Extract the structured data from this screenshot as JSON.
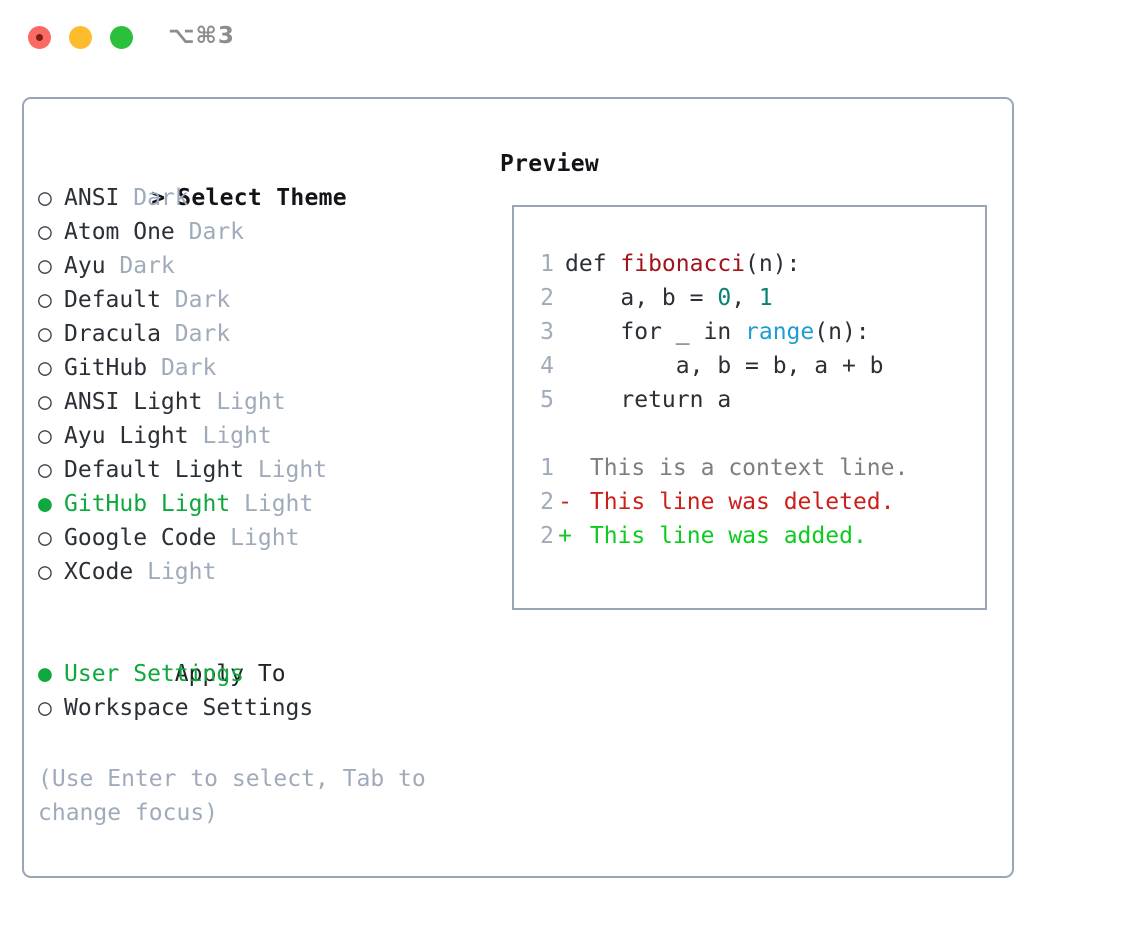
{
  "titlebar": {
    "shortcut": "⌥⌘3",
    "lights": [
      {
        "name": "close",
        "color": "#fb6a62"
      },
      {
        "name": "minimize",
        "color": "#fbbd2d"
      },
      {
        "name": "zoom",
        "color": "#2ac03b"
      }
    ]
  },
  "theme_list": {
    "header": {
      "prefix": "> ",
      "label": "Select Theme"
    },
    "items": [
      {
        "bullet": "○",
        "label": "ANSI",
        "variant": "Dark",
        "selected": false
      },
      {
        "bullet": "○",
        "label": "Atom One",
        "variant": "Dark",
        "selected": false
      },
      {
        "bullet": "○",
        "label": "Ayu",
        "variant": "Dark",
        "selected": false
      },
      {
        "bullet": "○",
        "label": "Default",
        "variant": "Dark",
        "selected": false
      },
      {
        "bullet": "○",
        "label": "Dracula",
        "variant": "Dark",
        "selected": false
      },
      {
        "bullet": "○",
        "label": "GitHub",
        "variant": "Dark",
        "selected": false
      },
      {
        "bullet": "○",
        "label": "ANSI Light",
        "variant": "Light",
        "selected": false
      },
      {
        "bullet": "○",
        "label": "Ayu Light",
        "variant": "Light",
        "selected": false
      },
      {
        "bullet": "○",
        "label": "Default Light",
        "variant": "Light",
        "selected": false
      },
      {
        "bullet": "●",
        "label": "GitHub Light",
        "variant": "Light",
        "selected": true
      },
      {
        "bullet": "○",
        "label": "Google Code",
        "variant": "Light",
        "selected": false
      },
      {
        "bullet": "○",
        "label": "XCode",
        "variant": "Light",
        "selected": false
      }
    ]
  },
  "apply_to": {
    "header": {
      "prefix": "  ",
      "label": "Apply To"
    },
    "items": [
      {
        "bullet": "●",
        "label": "User Settings",
        "selected": true
      },
      {
        "bullet": "○",
        "label": "Workspace Settings",
        "selected": false
      }
    ]
  },
  "hint": "(Use Enter to select, Tab to change focus)",
  "preview": {
    "title": "Preview",
    "code_lines": [
      {
        "no": "1",
        "tokens": [
          {
            "t": "def ",
            "c": "kw"
          },
          {
            "t": "fibonacci",
            "c": "fn"
          },
          {
            "t": "(n):",
            "c": "plain"
          }
        ]
      },
      {
        "no": "2",
        "tokens": [
          {
            "t": "    a, b = ",
            "c": "plain"
          },
          {
            "t": "0",
            "c": "num"
          },
          {
            "t": ", ",
            "c": "plain"
          },
          {
            "t": "1",
            "c": "num"
          }
        ]
      },
      {
        "no": "3",
        "tokens": [
          {
            "t": "    for _ in ",
            "c": "kw"
          },
          {
            "t": "range",
            "c": "builtin"
          },
          {
            "t": "(n):",
            "c": "plain"
          }
        ]
      },
      {
        "no": "4",
        "tokens": [
          {
            "t": "        a, b = b, a + b",
            "c": "plain"
          }
        ]
      },
      {
        "no": "5",
        "tokens": [
          {
            "t": "    return a",
            "c": "kw"
          }
        ]
      }
    ],
    "diff_lines": [
      {
        "no": "1",
        "marker": " ",
        "text": "This is a context line.",
        "kind": "ctx"
      },
      {
        "no": "2",
        "marker": "-",
        "text": "This line was deleted.",
        "kind": "del"
      },
      {
        "no": "2",
        "marker": "+",
        "text": "This line was added.",
        "kind": "add"
      }
    ]
  },
  "colors": {
    "accent_green": "#0fa83c",
    "muted": "#9fabbb",
    "border": "#9aa6b4",
    "fn_red": "#a0151b",
    "num_teal": "#0a8174",
    "builtin_blue": "#1f9cd0",
    "diff_add": "#0ccc1f",
    "diff_del": "#cc1f1a",
    "diff_ctx": "#7e7e7e"
  }
}
